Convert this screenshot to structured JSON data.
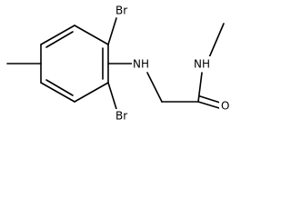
{
  "molecule": {
    "atoms": {
      "br_top": "Br",
      "br_bottom": "Br",
      "nh_amine": "NH",
      "nh_amide": "NH",
      "o_carbonyl": "O"
    },
    "colors": {
      "bond": "#000000",
      "label": "#000000",
      "background": "#ffffff"
    }
  }
}
